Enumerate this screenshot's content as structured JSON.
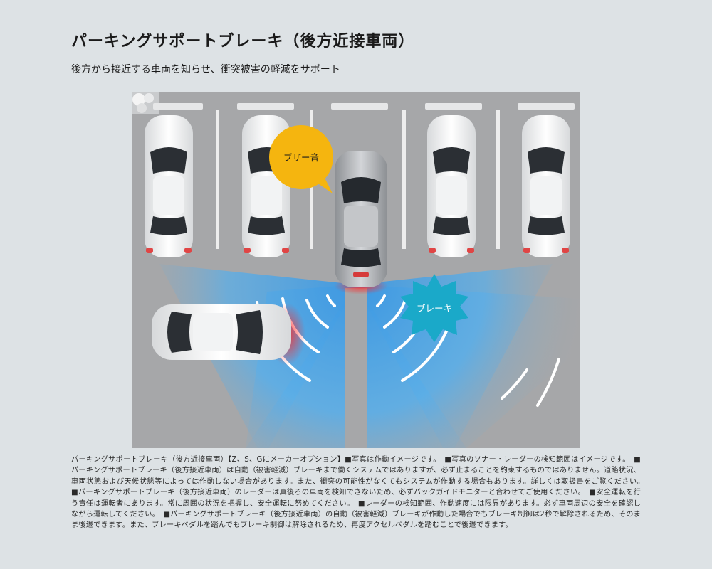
{
  "header": {
    "title": "パーキングサポートブレーキ（後方近接車両）",
    "subtitle": "後方から接近する車両を知らせ、衝突被害の軽減をサポート"
  },
  "illustration": {
    "buzzer_label": "ブザー音",
    "brake_label": "ブレーキ",
    "colors": {
      "buzzer_bubble": "#f5b50f",
      "brake_burst": "#1aa9c9",
      "sensor_zone": "#3c98e2",
      "parking_lot": "#a6a7a9"
    }
  },
  "disclaimer": {
    "text": "パーキングサポートブレーキ（後方近接車両）【Z、S、Gにメーカーオプション】■写真は作動イメージです。　■写真のソナー・レーダーの検知範囲はイメージです。　■パーキングサポートブレーキ（後方接近車両）は自動（被害軽減）ブレーキまで働くシステムではありますが、必ず止まることを約束するものではありません。道路状況、車両状態および天候状態等によっては作動しない場合があります。また、衝突の可能性がなくてもシステムが作動する場合もあります。詳しくは取扱書をご覧ください。　■パーキングサポートブレーキ（後方接近車両）のレーダーは真後ろの車両を検知できないため、必ずバックガイドモニターと合わせてご使用ください。　■安全運転を行う責任は運転者にあります。常に周囲の状況を把握し、安全運転に努めてください。　■レーダーの検知範囲、作動速度には限界があります。必ず車両周辺の安全を確認しながら運転してください。　■パーキングサポートブレーキ（後方接近車両）の自動（被害軽減）ブレーキが作動した場合でもブレーキ制御は2秒で解除されるため、そのまま後退できます。また、ブレーキペダルを踏んでもブレーキ制御は解除されるため、再度アクセルペダルを踏むことで後退できます。"
  }
}
